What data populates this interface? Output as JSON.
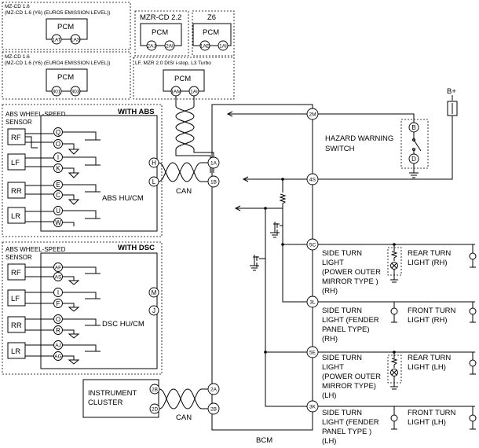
{
  "pcm_modules": [
    {
      "variant_line1": "MZ-CD 1.6",
      "variant_line2": "(MZ-CD 1.6 (Y6) (EURO5 EMISSION LEVEL))",
      "label": "PCM",
      "pins": [
        "1AT",
        "1AS"
      ]
    },
    {
      "variant_line1": "MZR-CD 2.2",
      "variant_line2": "",
      "label": "PCM",
      "pins": [
        "2AJ",
        "2AI"
      ]
    },
    {
      "variant_line1": "Z6",
      "variant_line2": "",
      "label": "PCM",
      "pins": [
        "1AE",
        "1AI"
      ]
    },
    {
      "variant_line1": "MZ-CD 1.6",
      "variant_line2": "(MZ-CD 1.6 (Y6) (EURO4 EMISSION LEVEL))",
      "label": "PCM",
      "pins": [
        "301",
        "303"
      ]
    },
    {
      "variant_line1": "LF, MZR 2.0 DISI i-stop, L3 Turbo",
      "variant_line2": "",
      "label": "PCM",
      "pins": [
        "1AM",
        "1AI"
      ]
    }
  ],
  "abs_block": {
    "heading": "WITH ABS",
    "sensor_line1": "ABS WHEEL-SPEED",
    "sensor_line2": "SENSOR",
    "wheels": [
      "RF",
      "LF",
      "RR",
      "LR"
    ],
    "pins": [
      "Q",
      "O",
      "I",
      "K",
      "E",
      "C",
      "U",
      "W"
    ],
    "can_pins": [
      "H",
      "L"
    ],
    "unit_label": "ABS HU/CM"
  },
  "dsc_block": {
    "heading": "WITH DSC",
    "sensor_line1": "ABS WHEEL-SPEED",
    "sensor_line2": "SENSOR",
    "wheels": [
      "RF",
      "LF",
      "RR",
      "LR"
    ],
    "pins": [
      "AF",
      "AS",
      "I",
      "F",
      "O",
      "R",
      "AJ",
      "AG"
    ],
    "can_pins": [
      "M",
      "J"
    ],
    "unit_label": "DSC HU/CM"
  },
  "can_label": "CAN",
  "bcm": {
    "label": "BCM",
    "pins": [
      "2M",
      "1A",
      "1B",
      "4S",
      "5C",
      "3L",
      "5E",
      "3K",
      "2A",
      "2B"
    ]
  },
  "instrument_cluster": {
    "line1": "INSTRUMENT",
    "line2": "CLUSTER",
    "pins": [
      "2B",
      "2D"
    ]
  },
  "hazard_switch": {
    "line1": "HAZARD WARNING",
    "line2": "SWITCH",
    "pins": [
      "B",
      "D"
    ],
    "power": "B+"
  },
  "lights": [
    {
      "lines": [
        "SIDE TURN",
        "LIGHT",
        "(POWER OUTER",
        "MIRROR TYPE )",
        "(RH)"
      ],
      "pair_lines": [
        "REAR TURN",
        "LIGHT (RH)"
      ]
    },
    {
      "lines": [
        "SIDE TURN",
        "LIGHT (FENDER",
        "PANEL TYPE)",
        "(RH)"
      ],
      "pair_lines": [
        "FRONT TURN",
        "LIGHT (RH)"
      ]
    },
    {
      "lines": [
        "SIDE TURN",
        "LIGHT",
        "(POWER OUTER",
        "MIRROR TYPE)",
        "(LH)"
      ],
      "pair_lines": [
        "REAR TURN",
        "LIGHT (LH)"
      ]
    },
    {
      "lines": [
        "SIDE TURN",
        "LIGHT (FENDER",
        "PANEL TYPE )",
        "(LH)"
      ],
      "pair_lines": [
        "FRONT TURN",
        "LIGHT (LH)"
      ]
    }
  ]
}
